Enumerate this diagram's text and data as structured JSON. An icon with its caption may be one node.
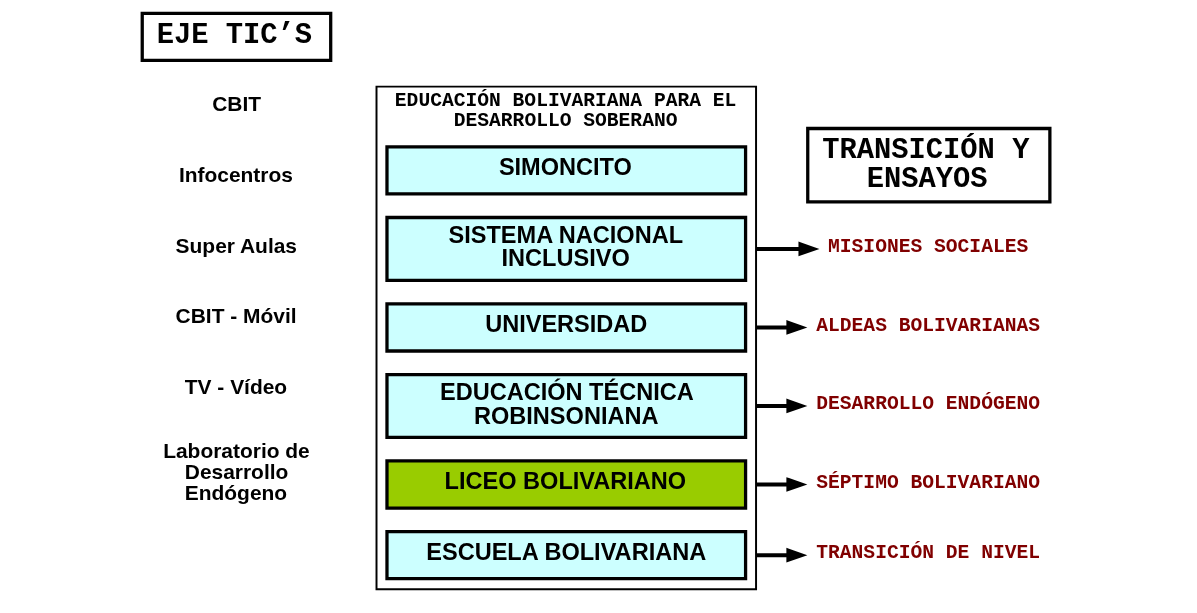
{
  "diagram": {
    "nodes": [
      {
        "text": [
          "EDUCACIÓN BOLIVARIANA PARA EL DESARROLLO SOBERANO"
        ]
      },
      {
        "text": [
          "SISTEMA NACIONAL INCLUSIVO"
        ],
        "in": 0
      },
      {
        "text": [
          "UNIVERSIDAD"
        ],
        "in": 0
      },
      {
        "text": [
          "EDUCACIÓN TÉCNICA ROBINSONIANA"
        ],
        "in": 0
      },
      {
        "text": [
          "LICEO BOLIVARIANO"
        ],
        "in": 0
      },
      {
        "text": [
          "ESCUELA BOLIVARIANA"
        ],
        "in": 0
      },
      {
        "text": [
          "SIMONCITO"
        ],
        "in": 0
      },
      {
        "text": [
          "EJE TIC’S"
        ]
      },
      {
        "text": [
          "TRANSICIÓN Y ENSAYOS"
        ]
      },
      {
        "text": [
          "MISIONES SOCIALES"
        ]
      },
      {
        "text": [
          "ALDEAS BOLIVARIANAS"
        ]
      },
      {
        "text": [
          "DESARROLLO ENDÓGENO"
        ]
      },
      {
        "text": [
          "SÉPTIMO BOLIVARIANO"
        ]
      },
      {
        "text": [
          "TRANSICIÓN DE NIVEL"
        ]
      }
    ],
    "edges": [
      {
        "from": 0,
        "to": 9,
        "arrow": "to"
      },
      {
        "from": 0,
        "to": 10,
        "arrow": "to"
      },
      {
        "from": 0,
        "to": 11,
        "arrow": "to"
      },
      {
        "from": 0,
        "to": 12,
        "arrow": "to"
      },
      {
        "from": 0,
        "to": 13,
        "arrow": "to"
      }
    ],
    "labels": [
      "CBIT",
      "Infocentros",
      "Super Aulas",
      "CBIT - Móvil",
      "TV - Vídeo",
      "Laboratorio de Desarrollo Endógeno"
    ]
  }
}
